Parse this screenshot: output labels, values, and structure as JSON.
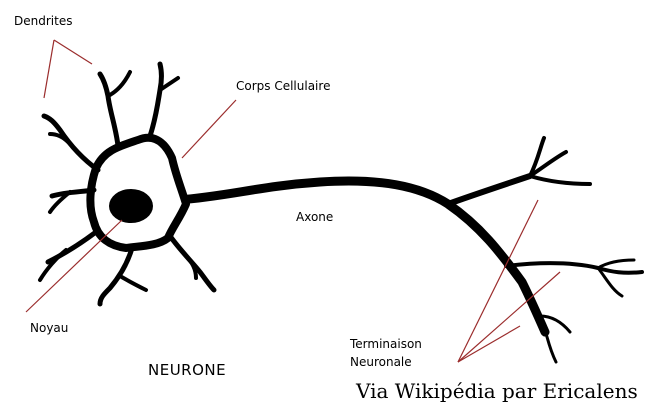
{
  "labels": {
    "dendrites": "Dendrites",
    "corps_cellulaire": "Corps Cellulaire",
    "axone": "Axone",
    "noyau": "Noyau",
    "terminaison_line1": "Terminaison",
    "terminaison_line2": "Neuronale"
  },
  "title": "NEURONE",
  "credit": "Via Wikipédia par Ericalens",
  "colors": {
    "neuron": "#000000",
    "leader_lines": "#9b2d2d",
    "background": "#ffffff"
  }
}
